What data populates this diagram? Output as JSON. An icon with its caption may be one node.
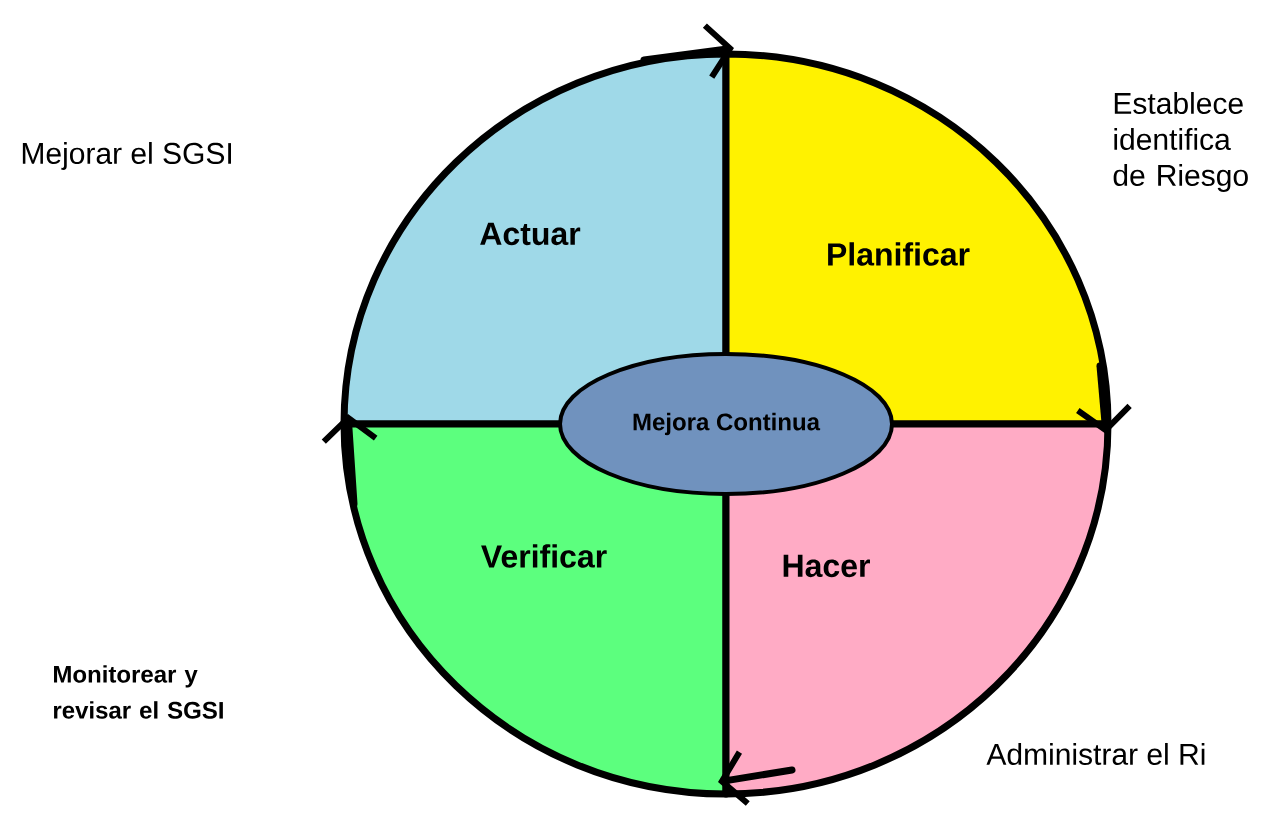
{
  "diagram": {
    "nodes": [
      {
        "text": [
          "Actuar"
        ],
        "beside": [
          "Mejorar el SGSI"
        ]
      },
      {
        "text": [
          "Planificar"
        ],
        "beside": [
          "Establece identifica de Riesgo"
        ]
      },
      {
        "text": [
          "Mejora Continua"
        ]
      },
      {
        "text": [
          "Verificar"
        ]
      },
      {
        "text": [
          "Hacer"
        ],
        "beside": [
          "Administrar el Ri"
        ]
      }
    ],
    "edges": [
      {
        "from": 0,
        "to": 1,
        "arrow": "to"
      },
      {
        "from": 1,
        "to": 4,
        "arrow": "to"
      },
      {
        "from": 4,
        "to": 3,
        "arrow": "to"
      },
      {
        "from": 3,
        "to": 0,
        "arrow": "to"
      }
    ],
    "labels": [
      "Monitorear y revisar el SGSI"
    ]
  }
}
